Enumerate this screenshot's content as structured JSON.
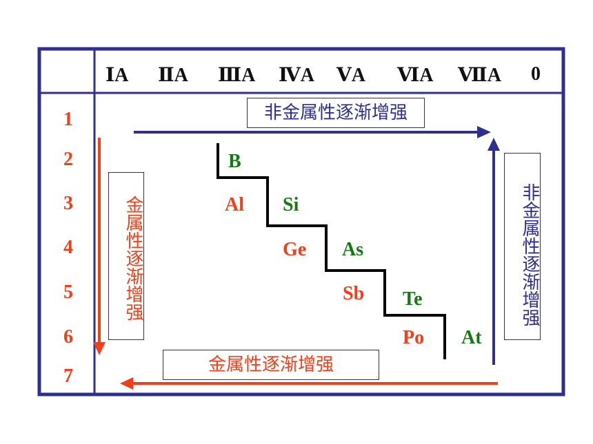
{
  "groups": [
    "ⅠA",
    "ⅡA",
    "ⅢA",
    "ⅣA",
    "ⅤA",
    "ⅥA",
    "ⅦA",
    "0"
  ],
  "periods": [
    "1",
    "2",
    "3",
    "4",
    "5",
    "6",
    "7"
  ],
  "elements": {
    "B": "B",
    "Al": "Al",
    "Si": "Si",
    "Ge": "Ge",
    "As": "As",
    "Sb": "Sb",
    "Te": "Te",
    "Po": "Po",
    "At": "At"
  },
  "labels": {
    "top_nonmetal": "非金属性逐渐增强",
    "right_nonmetal": "非金属性逐渐增强",
    "left_metal": "金属性逐渐增强",
    "bottom_metal": "金属性逐渐增强"
  },
  "colors": {
    "frame": "#2e2f8e",
    "metal": "#f0401a",
    "nonmetal": "#137a13",
    "blue_arrow": "#2e2f8e",
    "red_arrow": "#f0401a"
  }
}
